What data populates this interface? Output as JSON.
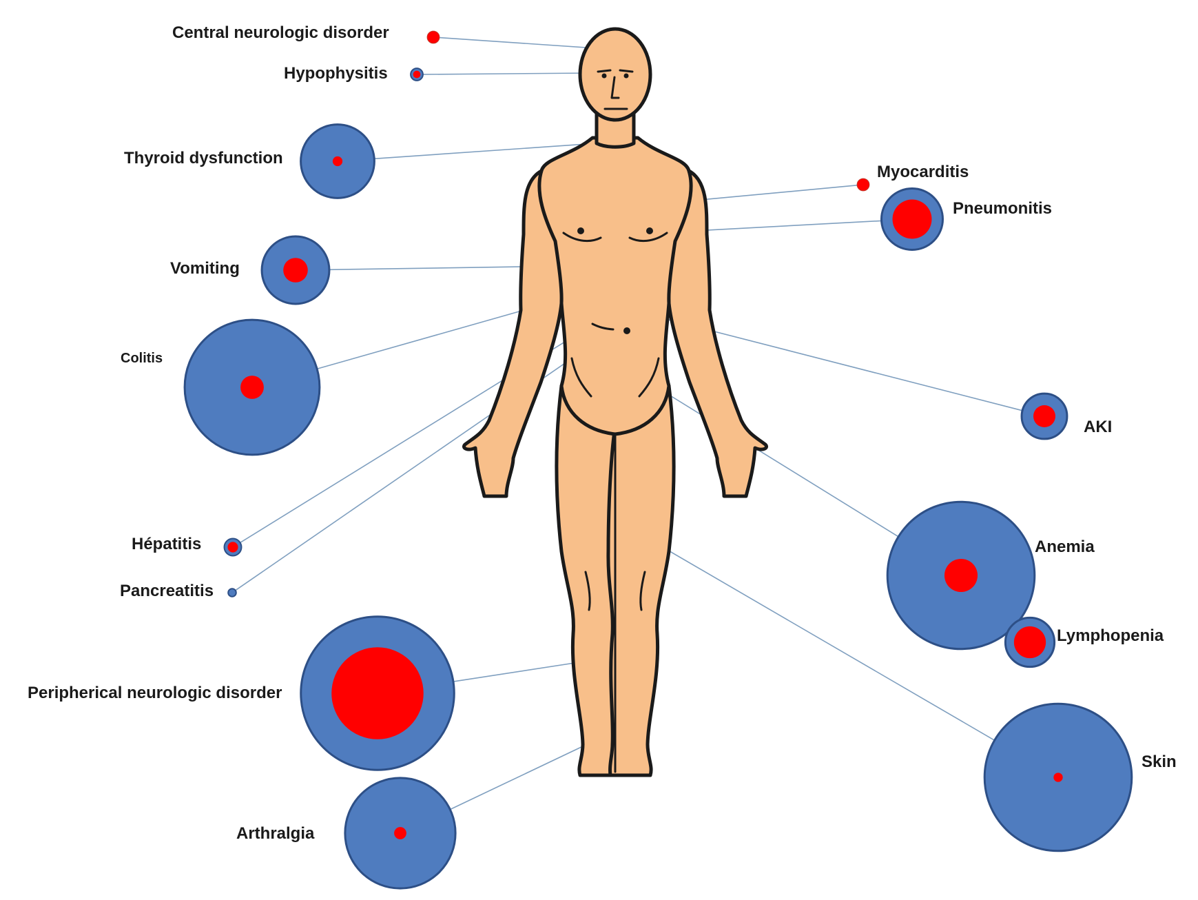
{
  "colors": {
    "outer": "#4f7cbf",
    "outer_stroke": "#2d4f86",
    "inner": "#ff0000",
    "inner_stroke": "#c0392b",
    "skin": "#f8bf8a",
    "skin_stroke": "#1a1a1a",
    "leader": "#7f9fbf",
    "background": "#ffffff"
  },
  "items": [
    {
      "id": "central-neurologic-disorder",
      "label": "Central neurologic disorder",
      "outer": 0,
      "inner": 1
    },
    {
      "id": "hypophysitis",
      "label": "Hypophysitis",
      "outer": 1,
      "inner": 0.6
    },
    {
      "id": "thyroid-dysfunction",
      "label": "Thyroid dysfunction",
      "outer": 6,
      "inner": 0.8
    },
    {
      "id": "myocarditis",
      "label": "Myocarditis",
      "outer": 0,
      "inner": 1
    },
    {
      "id": "pneumonitis",
      "label": "Pneumonitis",
      "outer": 5,
      "inner": 3.2
    },
    {
      "id": "vomiting",
      "label": "Vomiting",
      "outer": 5.5,
      "inner": 2
    },
    {
      "id": "colitis",
      "label": "Colitis",
      "outer": 11,
      "inner": 1.9
    },
    {
      "id": "aki",
      "label": "AKI",
      "outer": 3.7,
      "inner": 1.8
    },
    {
      "id": "hepatitis",
      "label": "Hépatitis",
      "outer": 1.4,
      "inner": 0.85
    },
    {
      "id": "pancreatitis",
      "label": "Pancreatitis",
      "outer": 0.65,
      "inner": 0
    },
    {
      "id": "anemia",
      "label": "Anemia",
      "outer": 12,
      "inner": 2.7
    },
    {
      "id": "lymphopenia",
      "label": "Lymphopenia",
      "outer": 4,
      "inner": 2.6
    },
    {
      "id": "peripherical-neurologic-disorder",
      "label": "Peripherical neurologic disorder",
      "outer": 12.5,
      "inner": 7.5
    },
    {
      "id": "skin",
      "label": "Skin",
      "outer": 12,
      "inner": 0.75
    },
    {
      "id": "arthralgia",
      "label": "Arthralgia",
      "outer": 9,
      "inner": 1
    }
  ]
}
